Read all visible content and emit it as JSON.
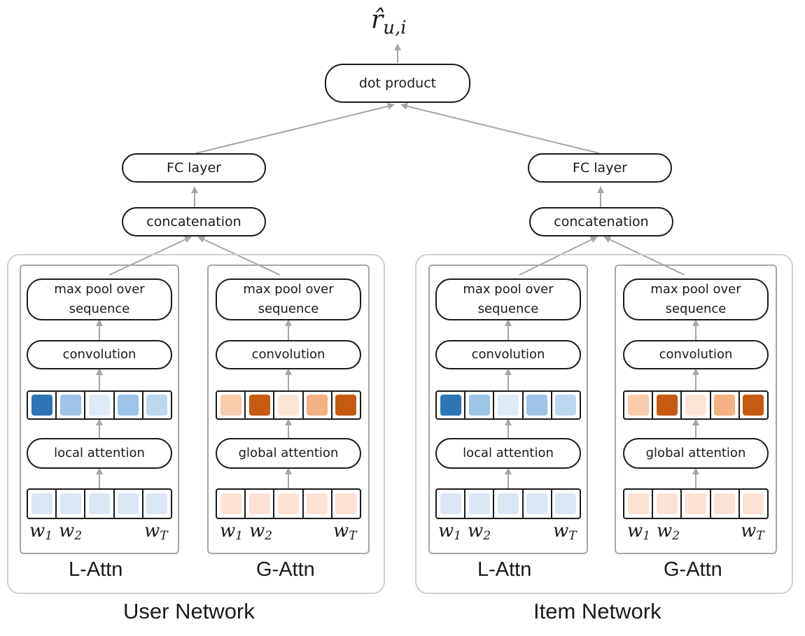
{
  "output": {
    "symbol": "r̂",
    "subscript": "u,i"
  },
  "dot_product": "dot product",
  "fc_layer": "FC layer",
  "concatenation": "concatenation",
  "max_pool": "max pool over\nsequence",
  "convolution": "convolution",
  "local_attention": "local attention",
  "global_attention": "global attention",
  "word_labels": {
    "w": "w",
    "s1": "1",
    "s2": "2",
    "sT": "T"
  },
  "branch_labels": {
    "l_attn": "L-Attn",
    "g_attn": "G-Attn"
  },
  "networks": {
    "user": "User Network",
    "item": "Item Network"
  },
  "colors": {
    "blue_out": [
      "#2e75b6",
      "#9dc3e6",
      "#deebf7",
      "#9dc3e6",
      "#bdd7ee"
    ],
    "blue_in": [
      "#dae6f4",
      "#dae6f4",
      "#dae6f4",
      "#dae6f4",
      "#dae6f4"
    ],
    "orange_out": [
      "#f8cbad",
      "#c55a11",
      "#fbe5d6",
      "#f4b183",
      "#c55a11"
    ],
    "orange_in": [
      "#fbe2d5",
      "#fbe2d5",
      "#fbe2d5",
      "#fbe2d5",
      "#fbe2d5"
    ],
    "arrow": "#a6a6a6",
    "border": "#1a1a1a"
  }
}
